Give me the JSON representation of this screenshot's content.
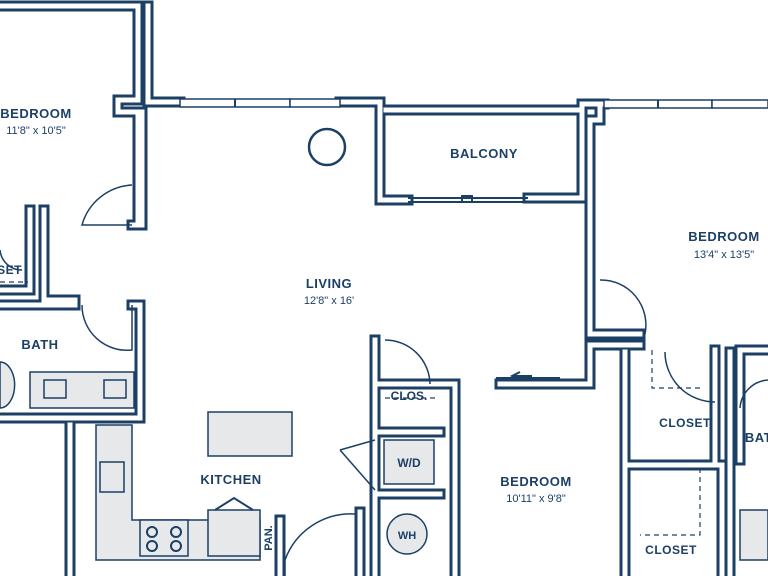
{
  "rooms": {
    "bedroom_nw": {
      "label": "BEDROOM",
      "dims": "11'8\" x 10'5\""
    },
    "bedroom_ne": {
      "label": "BEDROOM",
      "dims": "13'4\" x 13'5\""
    },
    "bedroom_s": {
      "label": "BEDROOM",
      "dims": "10'11\" x 9'8\""
    },
    "living": {
      "label": "LIVING",
      "dims": "12'8\" x 16'"
    },
    "balcony": {
      "label": "BALCONY"
    },
    "kitchen": {
      "label": "KITCHEN"
    },
    "bath_w": {
      "label": "BATH"
    },
    "bath_e": {
      "label": "BATH"
    },
    "closet_w": {
      "label": "CLOSET"
    },
    "closet_ne": {
      "label": "CLOSET"
    },
    "closet_se": {
      "label": "CLOSET"
    },
    "clos": {
      "label": "CLOS."
    },
    "pantry": {
      "label": "PAN."
    },
    "washer_dryer": {
      "label": "W/D"
    },
    "water_heater": {
      "label": "WH"
    }
  },
  "colors": {
    "wall": "#1c3f66",
    "fixture": "#e6e8ea",
    "background": "#ffffff"
  }
}
